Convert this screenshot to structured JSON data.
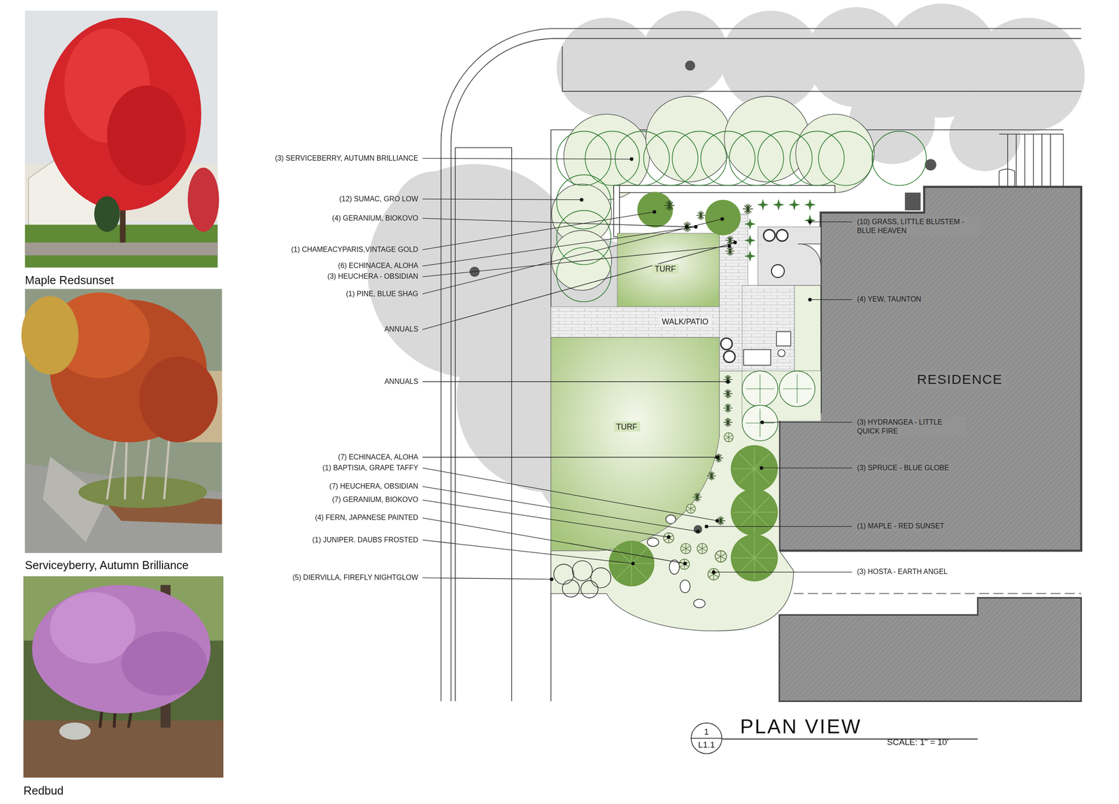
{
  "diagram": {
    "title": "PLAN VIEW",
    "nodes": [
      {
        "text": [
          "Maple Redsunset"
        ]
      },
      {
        "text": [
          "Serviceyberry, Autumn Brilliance"
        ]
      },
      {
        "text": [
          "Redbud"
        ]
      },
      {
        "text": [
          "RESIDENCE"
        ]
      },
      {
        "text": [
          "TURF"
        ]
      },
      {
        "text": [
          "WALK/PATIO"
        ]
      },
      {
        "text": [
          "TURF"
        ]
      },
      {
        "text": [
          "1",
          "L1.1"
        ]
      }
    ],
    "labels": [
      "(3) SERVICEBERRY, AUTUMN BRILLIANCE",
      "(12) SUMAC, GRO LOW",
      "(4) GERANIUM, BIOKOVO",
      "(1) CHAMEACYPARIS,VINTAGE GOLD",
      "(6) ECHINACEA, ALOHA",
      "(3) HEUCHERA - OBSIDIAN",
      "(1) PINE, BLUE SHAG",
      "ANNUALS",
      "ANNUALS",
      "(7) ECHINACEA, ALOHA",
      "(1) BAPTISIA, GRAPE TAFFY",
      "(7) HEUCHERA, OBSIDIAN",
      "(7) GERANIUM, BIOKOVO",
      "(4) FERN, JAPANESE PAINTED",
      "(1) JUNIPER. DAUBS FROSTED",
      "(5) DIERVILLA, FIREFLY NIGHTGLOW",
      "(10) GRASS, LITTLE BLUSTEM - BLUE HEAVEN",
      "(4) YEW, TAUNTON",
      "(3) HYDRANGEA - LITTLE QUICK FIRE",
      "(3) SPRUCE - BLUE GLOBE",
      "(1) MAPLE - RED SUNSET",
      "(3) HOSTA - EARTH ANGEL",
      "SCALE: 1\" = 10'"
    ]
  }
}
